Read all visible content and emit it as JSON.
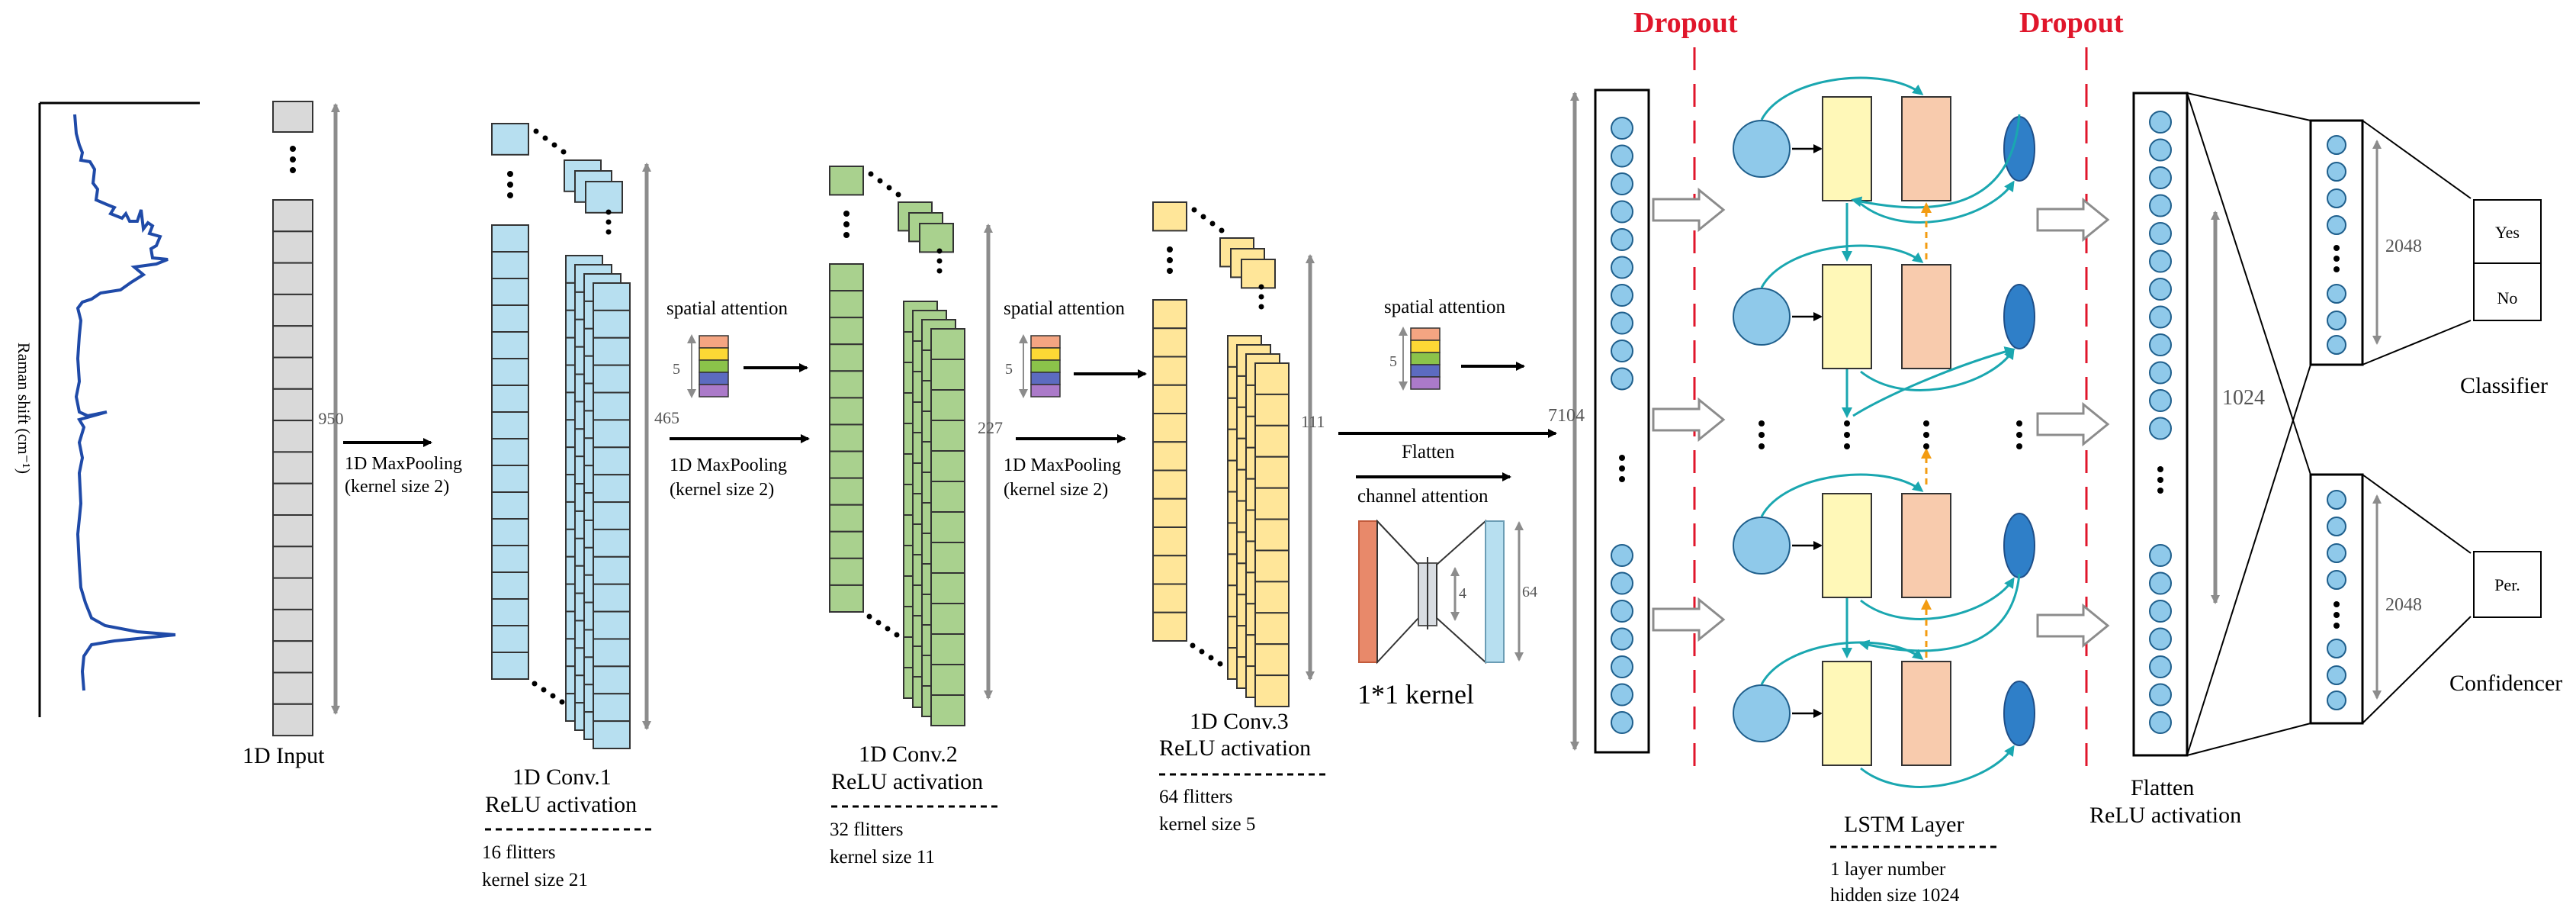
{
  "spectrum": {
    "ylabel": "Raman shift (cm⁻¹)"
  },
  "input": {
    "label": "1D  Input",
    "dim": "950"
  },
  "pool1": {
    "line1": "1D MaxPooling",
    "line2": "(kernel size  2)"
  },
  "conv1": {
    "title1": "1D  Conv.1",
    "title2": "ReLU activation",
    "note1": "16 flitters",
    "note2": "kernel size 21",
    "dim": "465"
  },
  "att1": {
    "label": "spatial attention",
    "dim": "5"
  },
  "pool2": {
    "line1": "1D MaxPooling",
    "line2": "(kernel size  2)"
  },
  "conv2": {
    "title1": "1D  Conv.2",
    "title2": "ReLU activation",
    "note1": "32 flitters",
    "note2": "kernel size 11",
    "dim": "227"
  },
  "att2": {
    "label": "spatial attention",
    "dim": "5"
  },
  "pool3": {
    "line1": "1D MaxPooling",
    "line2": "(kernel size  2)"
  },
  "conv3": {
    "title1": "1D  Conv.3",
    "title2": "ReLU activation",
    "note1": "64 flitters",
    "note2": "kernel size 5",
    "dim": "111"
  },
  "att3": {
    "label": "spatial attention",
    "dim": "5"
  },
  "flatten": {
    "label": "Flatten",
    "channel_label": "channel attention",
    "mid_dim": "4",
    "out_dim": "64",
    "kernel": "1*1 kernel"
  },
  "dense1": {
    "dim": "7104"
  },
  "dropout": {
    "left": "Dropout",
    "right": "Dropout"
  },
  "lstm": {
    "title": "LSTM Layer",
    "note1": "1 layer number",
    "note2": "hidden size 1024"
  },
  "dense2": {
    "dim": "1024",
    "caption1": "Flatten",
    "caption2": "ReLU activation"
  },
  "classifier": {
    "dim": "2048",
    "out1": "Yes",
    "out2": "No",
    "label": "Classifier"
  },
  "confidencer": {
    "dim": "2048",
    "out1": "Per.",
    "label": "Confidencer"
  },
  "colors": {
    "input": "#d9d9d9",
    "conv1": "#b7dff0",
    "conv2": "#a9d18e",
    "conv3": "#ffe699",
    "lstm_gate": "#fff8b8",
    "lstm_cell": "#f8cbad",
    "node": "#8fc9ea",
    "dropout": "#e0162b",
    "teal_arrow": "#1aa7b0",
    "orange_arrow": "#f39c12",
    "spectrum_line": "#1f4aa8",
    "att_stripes": [
      "#f4a582",
      "#fdd835",
      "#8bc34a",
      "#5c6bc0",
      "#ab7ac9"
    ]
  }
}
